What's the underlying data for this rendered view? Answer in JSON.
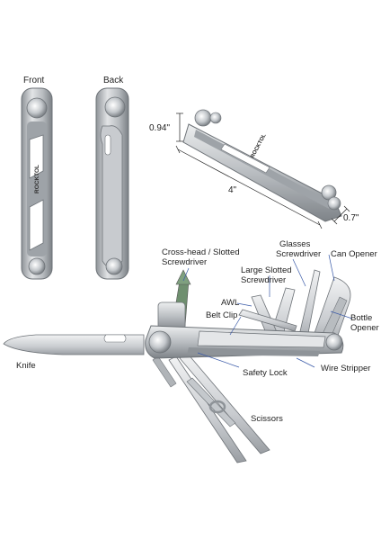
{
  "views": {
    "front": "Front",
    "back": "Back"
  },
  "brand": "ROCKTOL",
  "dimensions": {
    "height": "0.94\"",
    "length": "4\"",
    "width": "0.7\""
  },
  "tools": {
    "crosshead_line1": "Cross-head / Slotted",
    "crosshead_line2": "Screwdriver",
    "glasses_line1": "Glasses",
    "glasses_line2": "Screwdriver",
    "can_opener": "Can Opener",
    "large_slotted_line1": "Large Slotted",
    "large_slotted_line2": "Screwdriver",
    "awl": "AWL",
    "bottle_line1": "Bottle",
    "bottle_line2": "Opener",
    "belt_clip": "Belt Clip",
    "knife": "Knife",
    "safety_lock": "Safety Lock",
    "wire_stripper": "Wire Stripper",
    "scissors": "Scissors"
  },
  "colors": {
    "steel_light": "#d9dbdd",
    "steel_mid": "#a9adb1",
    "steel_dark": "#6e7378",
    "leader_line": "#3a5aa8"
  }
}
